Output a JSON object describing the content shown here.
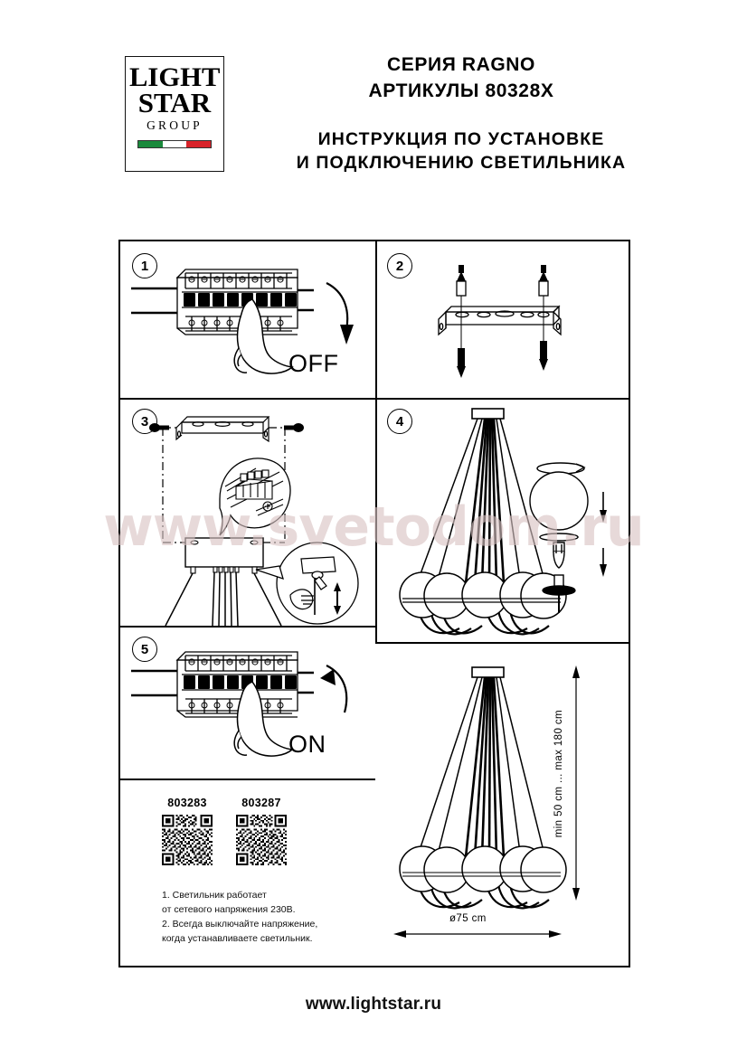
{
  "brand": {
    "logo_line1": "LIGHT",
    "logo_line2": "STAR",
    "logo_line3": "GROUP",
    "flag_colors": [
      "#1a8a3c",
      "#ffffff",
      "#d8232a"
    ]
  },
  "header": {
    "series": "СЕРИЯ RAGNO",
    "article": "АРТИКУЛЫ 80328X",
    "instruction_line1": "ИНСТРУКЦИЯ ПО УСТАНОВКЕ",
    "instruction_line2": "И ПОДКЛЮЧЕНИЮ СВЕТИЛЬНИКА"
  },
  "steps": [
    {
      "number": "1",
      "caption": "OFF",
      "name": "turn-off-breaker"
    },
    {
      "number": "2",
      "caption": "",
      "name": "mount-bracket"
    },
    {
      "number": "3",
      "caption": "",
      "name": "attach-base-plate"
    },
    {
      "number": "4",
      "caption": "",
      "name": "install-globes-bulbs"
    },
    {
      "number": "5",
      "caption": "ON",
      "name": "turn-on-breaker"
    }
  ],
  "qr_section": {
    "items": [
      {
        "label": "803283"
      },
      {
        "label": "803287"
      }
    ],
    "notes": [
      "1. Светильник работает",
      "от сетевого напряжения 230В.",
      "2. Всегда выключайте напряжение,",
      "когда устанавливаете светильник."
    ]
  },
  "dimensions": {
    "height_label": "min 50 cm ... max 180 cm",
    "diameter_label": "ø75 cm"
  },
  "watermark": "www.svetodom.ru",
  "footer": {
    "website": "www.lightstar.ru"
  },
  "colors": {
    "ink": "#000000",
    "paper": "#ffffff",
    "watermark": "#d9c3c3"
  }
}
